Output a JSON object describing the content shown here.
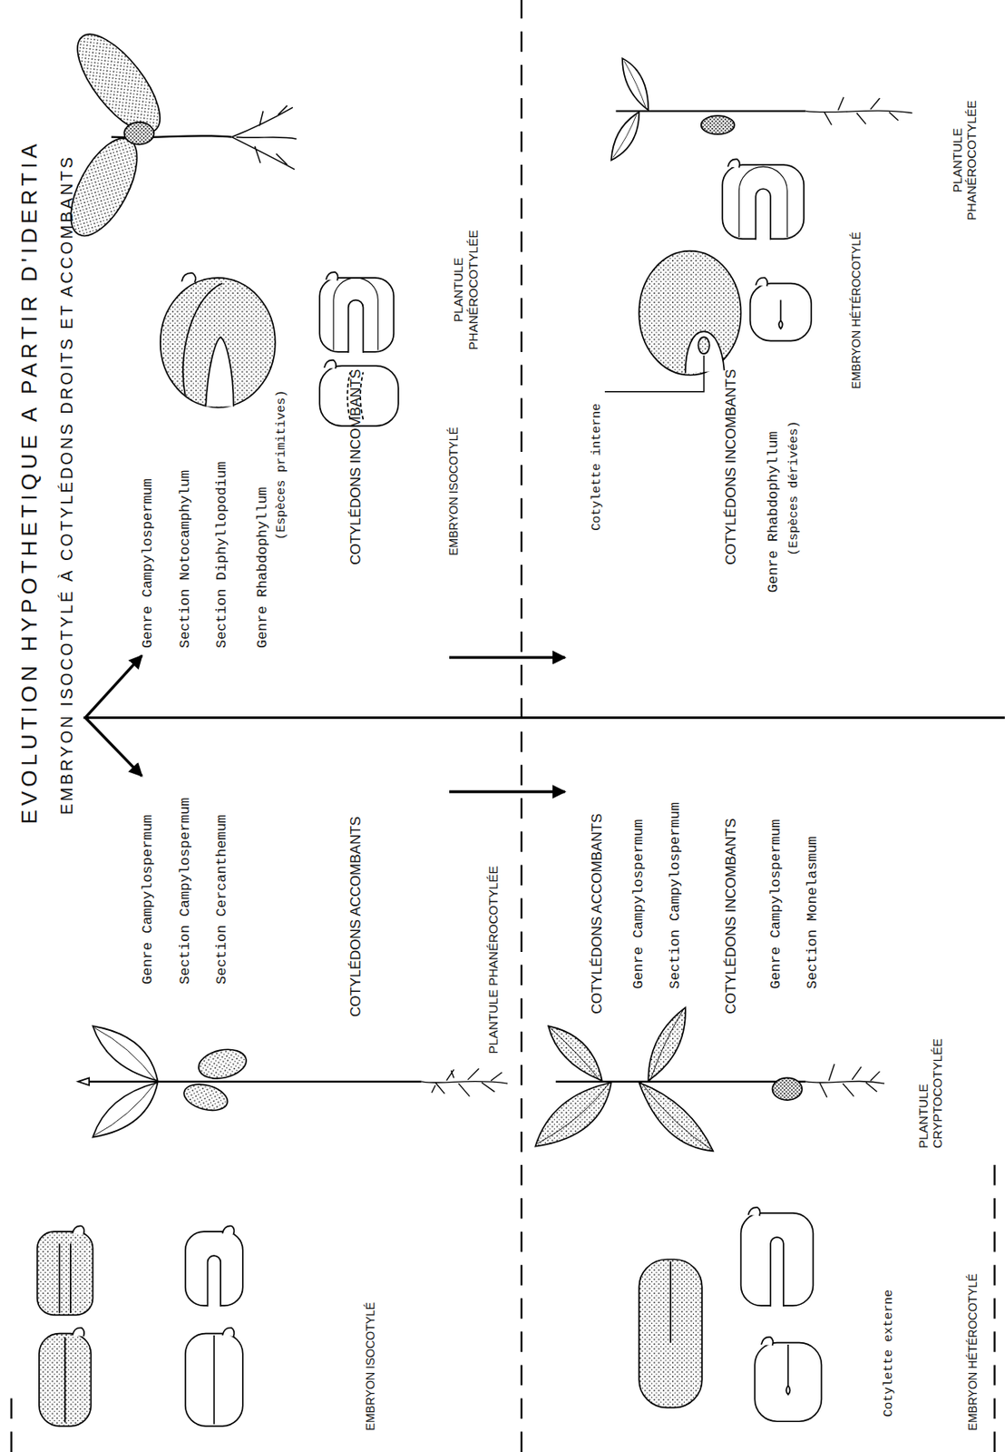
{
  "diagram": {
    "title": "EVOLUTION HYPOTHETIQUE A PARTIR D'IDERTIA",
    "labels": [
      "EMBRYON ISOCOTYLÉ À COTYLÉDONS DROITS ET ACCOMBANTS",
      "EMBRYON ISOCOTYLÉ",
      "Genre Campylospermum",
      "Section Campylospermum",
      "Section Cercanthemum",
      "COTYLÉDONS ACCOMBANTS",
      "PLANTULE PHANÉROCOTYLÉE",
      "Genre Campylospermum",
      "Section Notocamphylum",
      "Section Diphyllopodium",
      "Genre Rhabdophyllum",
      "(Espèces primitives)",
      "COTYLÉDONS INCOMBANTS",
      "EMBRYON ISOCOTYLÉ",
      "PLANTULE PHANÉROCOTYLÉE",
      "COTYLÉDONS ACCOMBANTS",
      "Genre Campylospermum",
      "Section Campylospermum",
      "COTYLÉDONS INCOMBANTS",
      "Genre Campylospermum",
      "Section Monelasmum",
      "PLANTULE CRYPTOCOTYLÉE",
      "Cotylette externe",
      "EMBRYON HÉTÉROCOTYLÉ",
      "Cotylette interne",
      "COTYLÉDONS INCOMBANTS",
      "Genre Rhabdophyllum",
      "(Espèces dérivées)",
      "EMBRYON HÉTÉROCOTYLÉ",
      "PLANTULE PHANÉROCOTYLÉE"
    ]
  }
}
